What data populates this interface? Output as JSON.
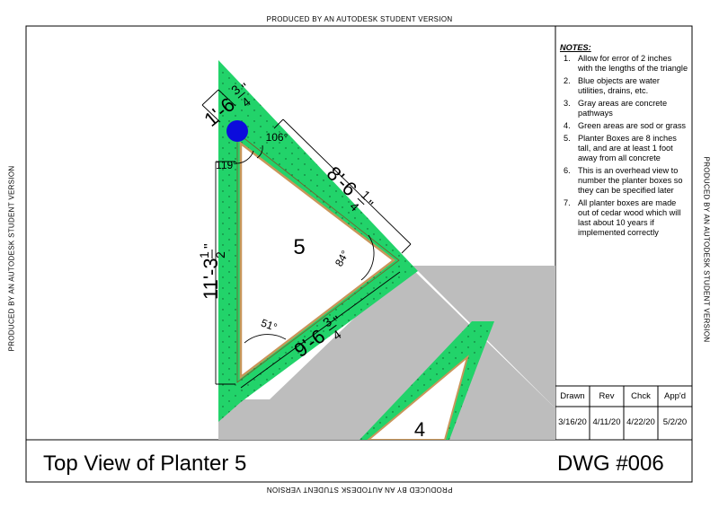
{
  "watermark": "PRODUCED BY AN AUTODESK STUDENT VERSION",
  "notes": {
    "heading": "NOTES:",
    "items": [
      {
        "num": "1.",
        "text": "Allow for error of 2 inches with the lengths of the triangle"
      },
      {
        "num": "2.",
        "text": "Blue objects are water utilities, drains, etc."
      },
      {
        "num": "3.",
        "text": "Gray areas are concrete pathways"
      },
      {
        "num": "4.",
        "text": "Green areas are sod or grass"
      },
      {
        "num": "5.",
        "text": "Planter Boxes are 8 inches tall, and are at least 1 foot away from all concrete"
      },
      {
        "num": "6.",
        "text": "This is an overhead view to number the planter boxes so they can be specified later"
      },
      {
        "num": "7.",
        "text": "All planter boxes are made out of cedar wood which will last about 10 years if implemented correctly"
      }
    ]
  },
  "title_block": {
    "headers": [
      "Drawn",
      "Rev",
      "Chck",
      "App'd"
    ],
    "dates": [
      "3/16/20",
      "4/11/20",
      "4/22/20",
      "5/2/20"
    ],
    "title": "Top View of Planter 5",
    "dwg": "DWG #006"
  },
  "drawing": {
    "box_labels": {
      "main": "5",
      "other": "4"
    },
    "angles": {
      "top": "106°",
      "left": "119°",
      "right": "84°",
      "bottom": "51°"
    },
    "dims": {
      "short": {
        "main": "1'-6",
        "num": "3",
        "den": "4",
        "unit": "\""
      },
      "right": {
        "main": "8'-6",
        "num": "1",
        "den": "4",
        "unit": "\""
      },
      "left": {
        "main": "11'-3",
        "num": "1",
        "den": "2",
        "unit": "\""
      },
      "bottom": {
        "main": "9'-6",
        "num": "3",
        "den": "4",
        "unit": "\""
      }
    },
    "colors": {
      "grass": "#22d36a",
      "concrete": "#bdbdbd",
      "drain": "#0c0cdc",
      "cedar": "#c8965a"
    }
  }
}
